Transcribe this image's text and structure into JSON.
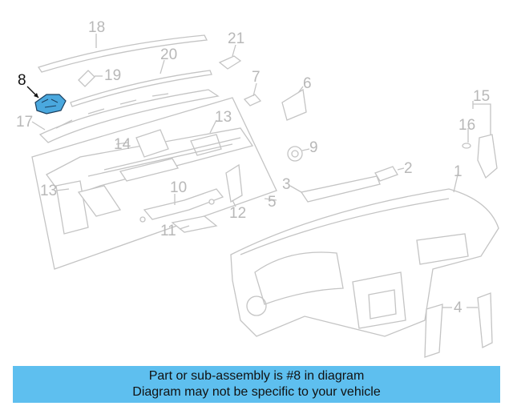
{
  "callouts": [
    "1",
    "2",
    "3",
    "4",
    "5",
    "6",
    "7",
    "8",
    "9",
    "10",
    "11",
    "12",
    "13",
    "13",
    "14",
    "15",
    "16",
    "17",
    "18",
    "19",
    "20",
    "21"
  ],
  "highlighted_callout": "8",
  "colors": {
    "highlight_part": "#4aa8de",
    "banner": "#5ebfef",
    "linework": "#c4c4c4",
    "label": "#b8b8b8"
  },
  "banner": {
    "line1": "Part or sub-assembly is #8 in diagram",
    "line2": "Diagram may not be specific to your vehicle"
  }
}
